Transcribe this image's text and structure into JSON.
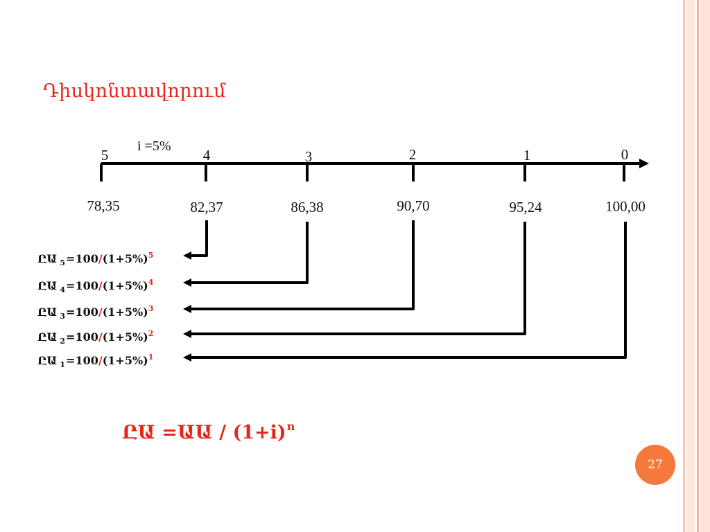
{
  "title": "Դիսկոնտավորում",
  "rate_label": "i =5%",
  "timeline": {
    "periods": [
      "5",
      "4",
      "3",
      "2",
      "1",
      "0"
    ],
    "values": [
      "78,35",
      "82,37",
      "86,38",
      "90,70",
      "95,24",
      "100,00"
    ]
  },
  "formulas": [
    {
      "prefix": "ԸԱ",
      "sub": "5",
      "num": "=100",
      "slash": "/",
      "den": "(1+5%)",
      "sup": "5"
    },
    {
      "prefix": "ԸԱ",
      "sub": "4",
      "num": "=100",
      "slash": "/",
      "den": "(1+5%)",
      "sup": "4"
    },
    {
      "prefix": "ԸԱ",
      "sub": "3",
      "num": "=100",
      "slash": "/",
      "den": "(1+5%)",
      "sup": "3"
    },
    {
      "prefix": "ԸԱ",
      "sub": "2",
      "num": "=100",
      "slash": "/",
      "den": "(1+5%)",
      "sup": "2"
    },
    {
      "prefix": "ԸԱ",
      "sub": "1",
      "num": "=100",
      "slash": "/",
      "den": "(1+5%)",
      "sup": "1"
    }
  ],
  "main_formula": {
    "text": "ԸԱ =ԱԱ / (1+i)",
    "sup": "n"
  },
  "page_number": "27",
  "colors": {
    "accent": "#e8251a",
    "badge": "#f5793a",
    "stripes": [
      "#f9c6b4",
      "#fbd9cc",
      "#f6b39b",
      "#fce4da"
    ]
  }
}
